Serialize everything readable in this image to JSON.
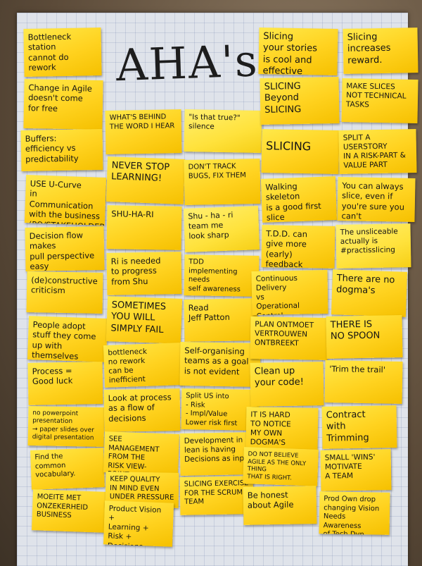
{
  "board_title": "AHA's",
  "notes": [
    {
      "id": "bottleneck",
      "text": "Bottleneck station\ncannot do rework"
    },
    {
      "id": "change",
      "text": "Change in Agile\ndoesn't come\nfor free"
    },
    {
      "id": "buffers",
      "text": "Buffers:\nefficiency vs\npredictability"
    },
    {
      "id": "use-curve",
      "text": "USE U-Curve\nin Communication\nwith the business\n(PO/STAKEHOLDERS)"
    },
    {
      "id": "decision-flow",
      "text": "Decision flow\nmakes\npull perspective\neasy"
    },
    {
      "id": "deconstructive",
      "text": "(de)constructive\ncriticism"
    },
    {
      "id": "people-adopt",
      "text": "People adopt\nstuff they come\nup with themselves"
    },
    {
      "id": "process",
      "text": "Process =\nGood luck"
    },
    {
      "id": "no-ppt",
      "text": "no powerpoint\npresentation\n→ paper slides over\ndigital presentation"
    },
    {
      "id": "vocabulary",
      "text": "Find the\ncommon vocabulary."
    },
    {
      "id": "moeite",
      "text": "MOEITE MET\nONZEKERHEID\nBUSINESS"
    },
    {
      "id": "behind-word",
      "text": "WHAT'S BEHIND\nTHE WORD I HEAR"
    },
    {
      "id": "is-true",
      "text": "\"Is that true?\"\nsilence"
    },
    {
      "id": "never-stop",
      "text": "NEVER STOP\nLEARNING!"
    },
    {
      "id": "dont-track",
      "text": "DON'T TRACK\nBUGS, FIX THEM"
    },
    {
      "id": "shuhari",
      "text": "SHU-HA-RI"
    },
    {
      "id": "shuhari2",
      "text": "Shu - ha - ri\nteam      me\nlook sharp"
    },
    {
      "id": "ri-needed",
      "text": "Ri is needed\nto progress\nfrom Shu"
    },
    {
      "id": "tdd-impl",
      "text": "TDD implementing\nneeds\nself awareness"
    },
    {
      "id": "sometimes",
      "text": "SOMETIMES\nYOU WILL\nSIMPLY FAIL"
    },
    {
      "id": "read-patton",
      "text": "Read\nJeff Patton"
    },
    {
      "id": "bottlenecks",
      "text": "bottleneck\nno rework\ncan be\ninefficient"
    },
    {
      "id": "self-org",
      "text": "Self-organising\nteams as a goal\nis not evident"
    },
    {
      "id": "look-process",
      "text": "Look at process\nas a flow of\ndecisions"
    },
    {
      "id": "split-us",
      "text": "Split US into\n- Risk\n- Impl/Value\nLower risk first"
    },
    {
      "id": "see-management",
      "text": "SEE MANAGEMENT\nFROM THE\nRISK VIEW-\nPOINT"
    },
    {
      "id": "development",
      "text": "Development in\nlean is having\nDecisions as input"
    },
    {
      "id": "keep-quality",
      "text": "KEEP QUALITY\nIN MIND EVEN\nUNDER PRESSURE"
    },
    {
      "id": "slicing-exercise",
      "text": "SLICING EXERCISE\nFOR THE SCRUM\nTEAM"
    },
    {
      "id": "product-vision",
      "text": "Product Vision\n+\nLearning +\nRisk + Decisions"
    },
    {
      "id": "slicing-cool",
      "text": "Slicing\nyour stories\nis cool and\neffective"
    },
    {
      "id": "slicing-reward",
      "text": "Slicing increases\nreward."
    },
    {
      "id": "slicing-beyond",
      "text": "SLICING\nBeyond\nSLICING"
    },
    {
      "id": "make-slices",
      "text": "MAKE SLICES\nNOT TECHNICAL\nTASKS"
    },
    {
      "id": "slicing",
      "text": "SLICING"
    },
    {
      "id": "split-userstory",
      "text": "SPLIT A USERSTORY\nIN A RISK-PART &\nVALUE PART"
    },
    {
      "id": "walking-skeleton",
      "text": "Walking skeleton\nis a good first\nslice"
    },
    {
      "id": "always-slice",
      "text": "You can always\nslice, even if\nyou're sure you\ncan't"
    },
    {
      "id": "tdd-feedback",
      "text": "T.D.D. can\ngive more\n(early) feedback"
    },
    {
      "id": "unsliceable",
      "text": "The unsliceable\nactually is\n#practisslicing"
    },
    {
      "id": "continuous-delivery",
      "text": "Continuous Delivery\nvs\nOperational Control"
    },
    {
      "id": "no-dogmas",
      "text": "There are no\ndogma's"
    },
    {
      "id": "plan-ontmoet",
      "text": "PLAN ONTMOET\nVERTROUWEN\nONTBREEKT"
    },
    {
      "id": "no-spoon",
      "text": "THERE IS\nNO SPOON"
    },
    {
      "id": "clean-up",
      "text": "Clean up\nyour code!"
    },
    {
      "id": "trim-trail",
      "text": "'Trim the trail'"
    },
    {
      "id": "hard-notice",
      "text": "IT IS HARD\nTO NOTICE\nMY OWN\nDOGMA'S"
    },
    {
      "id": "contract",
      "text": "Contract\nwith\nTrimming"
    },
    {
      "id": "do-not-believe",
      "text": "DO NOT BELIEVE\nAGILE AS THE ONLY THING\nTHAT IS RIGHT."
    },
    {
      "id": "small-wins",
      "text": "SMALL 'WINS'\nMOTIVATE\nA TEAM"
    },
    {
      "id": "be-honest",
      "text": "Be honest\nabout Agile"
    },
    {
      "id": "prod-own",
      "text": "Prod Own drop\nchanging Vision\nNeeds Awareness\nof Tech Dyn."
    }
  ]
}
